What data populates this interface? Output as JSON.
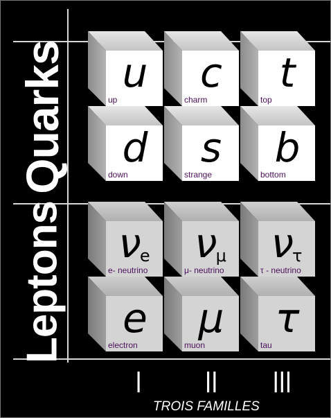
{
  "labels": {
    "quarks": "Quarks",
    "leptons": "Leptons",
    "families_title": "TROIS FAMILLES"
  },
  "families": [
    "I",
    "II",
    "III"
  ],
  "particles": {
    "quarks": [
      [
        {
          "symbol": "u",
          "sub": "",
          "name": "up"
        },
        {
          "symbol": "c",
          "sub": "",
          "name": "charm"
        },
        {
          "symbol": "t",
          "sub": "",
          "name": "top"
        }
      ],
      [
        {
          "symbol": "d",
          "sub": "",
          "name": "down"
        },
        {
          "symbol": "s",
          "sub": "",
          "name": "strange"
        },
        {
          "symbol": "b",
          "sub": "",
          "name": "bottom"
        }
      ]
    ],
    "leptons": [
      [
        {
          "symbol": "ν",
          "sub": "e",
          "name": "e- neutrino"
        },
        {
          "symbol": "ν",
          "sub": "μ",
          "name": "μ- neutrino"
        },
        {
          "symbol": "ν",
          "sub": "τ",
          "name": "τ - neutrino"
        }
      ],
      [
        {
          "symbol": "e",
          "sub": "",
          "name": "electron"
        },
        {
          "symbol": "μ",
          "sub": "",
          "name": "muon"
        },
        {
          "symbol": "τ",
          "sub": "",
          "name": "tau"
        }
      ]
    ]
  },
  "colors": {
    "background": "#000000",
    "quark_face": "#ffffff",
    "lepton_face": "#d4d4d4",
    "particle_name": "#4b0f5a",
    "label_text": "#ffffff"
  }
}
